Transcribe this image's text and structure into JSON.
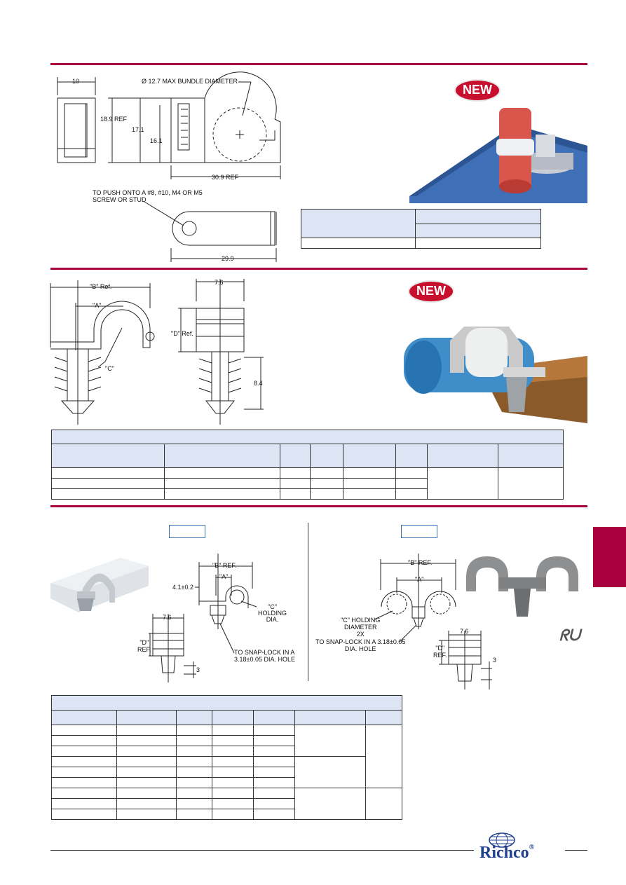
{
  "section1": {
    "dims": {
      "width_top": "10",
      "bundle_label": "Ø 12.7 MAX BUNDLE DIAMETER",
      "ref_height": "18.9 REF",
      "h1": "17.1",
      "h2": "16.1",
      "ref_length": "30.9 REF",
      "push_note_line1": "TO PUSH ONTO A  #8, #10, M4 OR M5",
      "push_note_line2": "SCREW OR STUD",
      "bottom_length": "29.9"
    },
    "badge": "NEW"
  },
  "section2": {
    "dims": {
      "b_ref": "\"B\" Ref.",
      "a": "\"A\"",
      "c": "\"C\"",
      "width": "7.6",
      "d_ref": "\"D\" Ref.",
      "height": "8.4"
    },
    "badge": "NEW"
  },
  "section3": {
    "left": {
      "b_ref": "\"B\" REF.",
      "a": "\"A\"",
      "offset": "4.1±0.2",
      "c_line1": "\"C\"",
      "c_line2": "HOLDING",
      "c_line3": "DIA.",
      "snap_line1": "TO SNAP-LOCK IN A",
      "snap_line2": "3.18±0.05 DIA. HOLE",
      "width": "7.6",
      "d_line1": "\"D\"",
      "d_line2": "REF.",
      "height": "3"
    },
    "right": {
      "b_ref": "\"B\" REF.",
      "a": "\"A\"",
      "c_line1": "\"C\" HOLDING",
      "c_line2": "DIAMETER",
      "c_line3": "2X",
      "snap_line1": "TO SNAP-LOCK IN A 3.18±0.05",
      "snap_line2": "DIA. HOLE",
      "width": "7.6",
      "d_line1": "\"D\"",
      "d_line2": "REF.",
      "height": "3",
      "cert": "ᖇᑌ"
    }
  },
  "brand": {
    "name": "Richco",
    "mark": "®"
  }
}
